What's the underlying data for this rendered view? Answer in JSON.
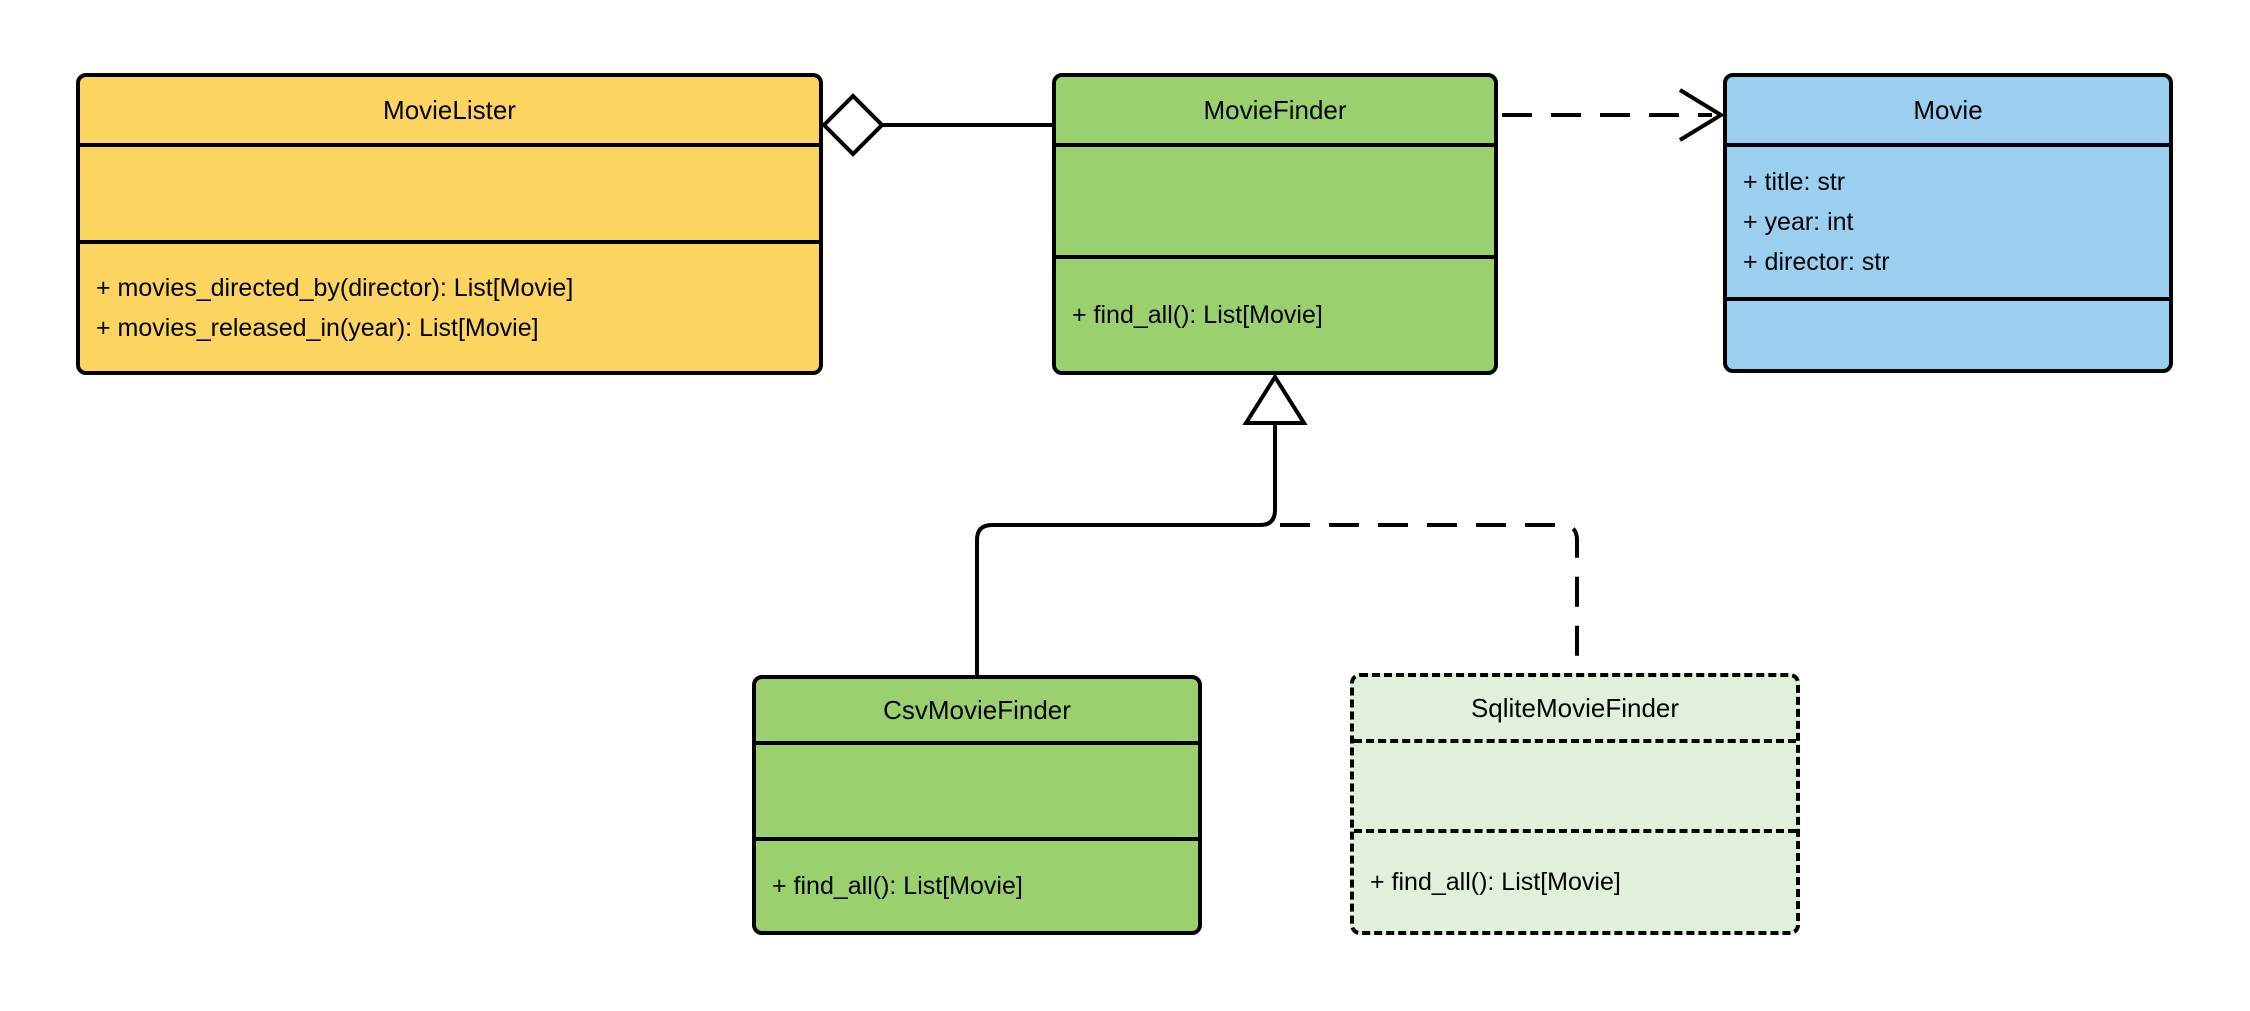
{
  "diagram": {
    "kind": "uml-class-diagram",
    "colors": {
      "background": "#ffffff",
      "stroke": "#000000",
      "marker_fill": "#ffffff",
      "yellow_fill": "#FBD55F",
      "green_fill": "#9AD06E",
      "blue_fill": "#9BCFF0",
      "pale_green_fill": "#E0F0DA"
    },
    "classes": {
      "movie_lister": {
        "name": "MovieLister",
        "attributes": [],
        "methods": [
          "+ movies_directed_by(director): List[Movie]",
          "+ movies_released_in(year): List[Movie]"
        ],
        "fill": "#FBD55F",
        "border_style": "solid"
      },
      "movie_finder": {
        "name": "MovieFinder",
        "attributes": [],
        "methods": [
          "+ find_all(): List[Movie]"
        ],
        "fill": "#9AD06E",
        "border_style": "solid"
      },
      "movie": {
        "name": "Movie",
        "attributes": [
          "+ title: str",
          "+ year: int",
          "+ director: str"
        ],
        "methods": [],
        "fill": "#9BCFF0",
        "border_style": "solid"
      },
      "csv_movie_finder": {
        "name": "CsvMovieFinder",
        "attributes": [],
        "methods": [
          "+ find_all(): List[Movie]"
        ],
        "fill": "#9AD06E",
        "border_style": "solid"
      },
      "sqlite_movie_finder": {
        "name": "SqliteMovieFinder",
        "attributes": [],
        "methods": [
          "+ find_all(): List[Movie]"
        ],
        "fill": "#E0F0DA",
        "border_style": "dashed"
      }
    },
    "relationships": [
      {
        "type": "aggregation",
        "from": "MovieLister",
        "to": "MovieFinder",
        "line": "solid",
        "marker": "hollow-diamond"
      },
      {
        "type": "dependency",
        "from": "MovieFinder",
        "to": "Movie",
        "line": "dashed",
        "marker": "open-arrow"
      },
      {
        "type": "inheritance",
        "from": "CsvMovieFinder",
        "to": "MovieFinder",
        "line": "solid",
        "marker": "hollow-triangle"
      },
      {
        "type": "inheritance",
        "from": "SqliteMovieFinder",
        "to": "MovieFinder",
        "line": "dashed",
        "marker": "hollow-triangle"
      }
    ]
  }
}
